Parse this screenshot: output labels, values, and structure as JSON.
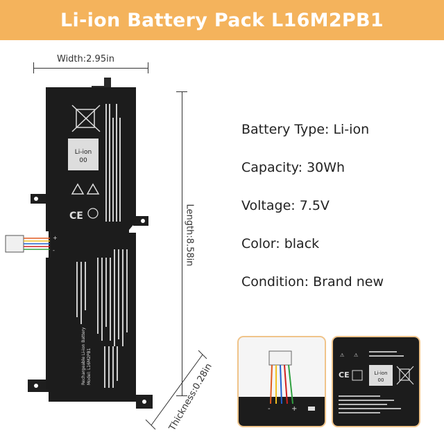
{
  "banner": {
    "title": "Li-ion Battery Pack L16M2PB1",
    "color": "#f4b35c"
  },
  "dimensions": {
    "width": "Width:2.95in",
    "length": "Length:8.58in",
    "thickness": "Thickness:0.28in"
  },
  "specs": {
    "type": "Battery Type: Li-ion",
    "capacity": "Capacity: 30Wh",
    "voltage": "Voltage: 7.5V",
    "color": "Color: black",
    "condition": "Condition: Brand new"
  },
  "battery_label": {
    "recycle": "Li-ion 00",
    "title_line1": "Rechargeable Li-ion Battery",
    "title_line2": "Model: L16M2PB1",
    "plus": "+",
    "minus": "-"
  },
  "icons": [
    "crossed-bin-icon",
    "recycle-icon",
    "warning-triangle-icon",
    "ce-mark-icon"
  ]
}
